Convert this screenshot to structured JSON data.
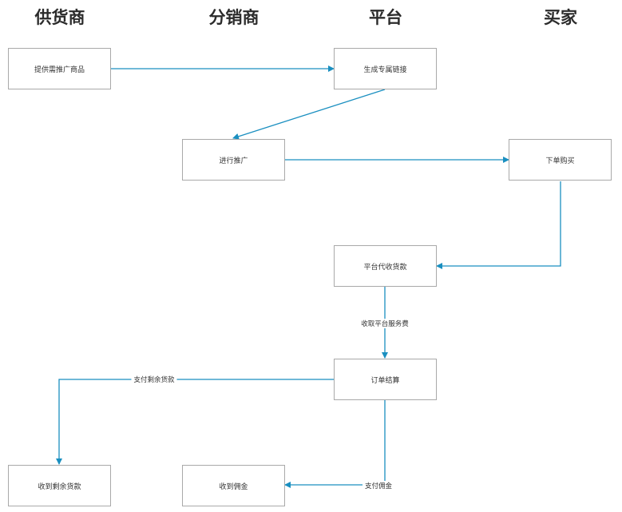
{
  "lanes": {
    "supplier": "供货商",
    "distributor": "分销商",
    "platform": "平台",
    "buyer": "买家"
  },
  "nodes": {
    "provide_goods": "提供需推广商品",
    "generate_link": "生成专属链接",
    "promote": "进行推广",
    "place_order": "下单购买",
    "collect_payment": "平台代收货款",
    "settlement": "订单结算",
    "receive_remaining": "收到剩余货款",
    "receive_commission": "收到佣金"
  },
  "edges": {
    "service_fee": "收取平台服务费",
    "pay_remaining": "支付剩余货款",
    "pay_commission": "支付佣金"
  },
  "colors": {
    "edge": "#1a8fc0",
    "node_border": "#a9a9a9",
    "title": "#2b2b2b"
  }
}
